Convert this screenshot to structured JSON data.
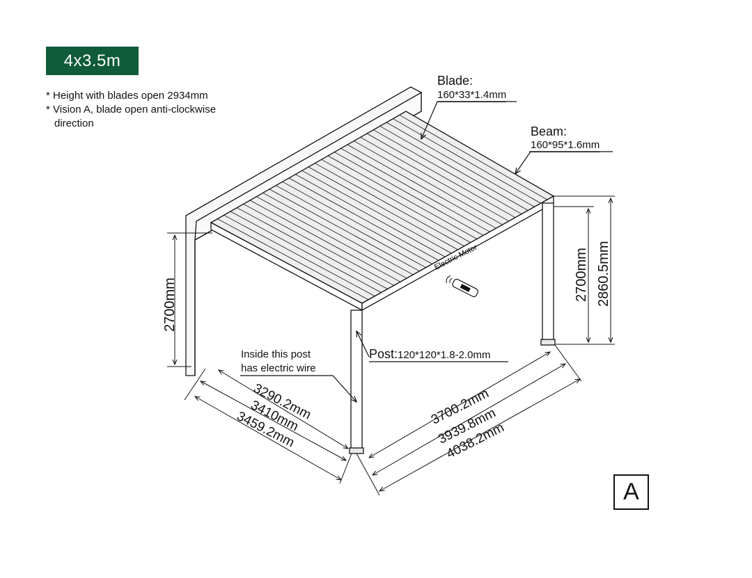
{
  "size_badge": "4x3.5m",
  "notes": {
    "line1": "* Height with blades open 2934mm",
    "line2": "* Vision A, blade open anti-clockwise",
    "line3": "direction"
  },
  "blade": {
    "title": "Blade:",
    "spec": "160*33*1.4mm"
  },
  "beam": {
    "title": "Beam:",
    "spec": "160*95*1.6mm"
  },
  "post": {
    "title": "Post:",
    "spec": "120*120*1.8-2.0mm"
  },
  "wire_note": {
    "line1": "Inside this post",
    "line2": "has electric wire"
  },
  "motor_label": "Electric Motor",
  "dimensions": {
    "left_height": "2700mm",
    "right_height_inner": "2700mm",
    "right_height_outer": "2860.5mm",
    "depth_1": "3290.2mm",
    "depth_2": "3410mm",
    "depth_3": "3459.2mm",
    "width_1": "3700.2mm",
    "width_2": "3939.8mm",
    "width_3": "4038.2mm"
  },
  "vision_marker": "A",
  "colors": {
    "badge": "#0f5b3a",
    "line": "#111111",
    "fill": "#f4f4f4"
  },
  "icons": {
    "remote": "remote-control-icon"
  }
}
